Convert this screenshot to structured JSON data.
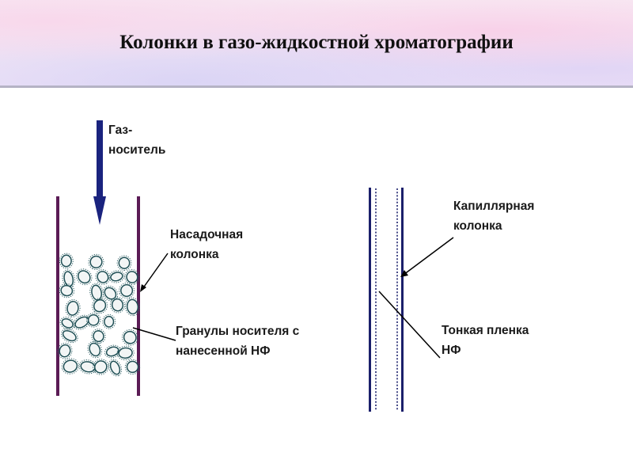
{
  "slide": {
    "title": "Колонки в газо-жидкостной хроматографии"
  },
  "labels": {
    "carrier_gas_line1": "Газ-",
    "carrier_gas_line2": "носитель",
    "packed_column_line1": "Насадочная",
    "packed_column_line2": "колонка",
    "granules_line1": "Гранулы носителя с",
    "granules_line2": "нанесенной НФ",
    "capillary_line1": "Капиллярная",
    "capillary_line2": "колонка",
    "thin_film_line1": "Тонкая пленка",
    "thin_film_line2": "НФ"
  },
  "colors": {
    "packed_column_wall": "#5b1b55",
    "capillary_wall": "#1b1f6b",
    "arrow": "#1a237e",
    "granule_fill": "#f2f5f5",
    "granule_outline": "#1f4f55",
    "granule_dots": "#2f6166",
    "pointer": "#000000"
  },
  "icons": {
    "flow_arrow": "arrow-down-icon"
  }
}
